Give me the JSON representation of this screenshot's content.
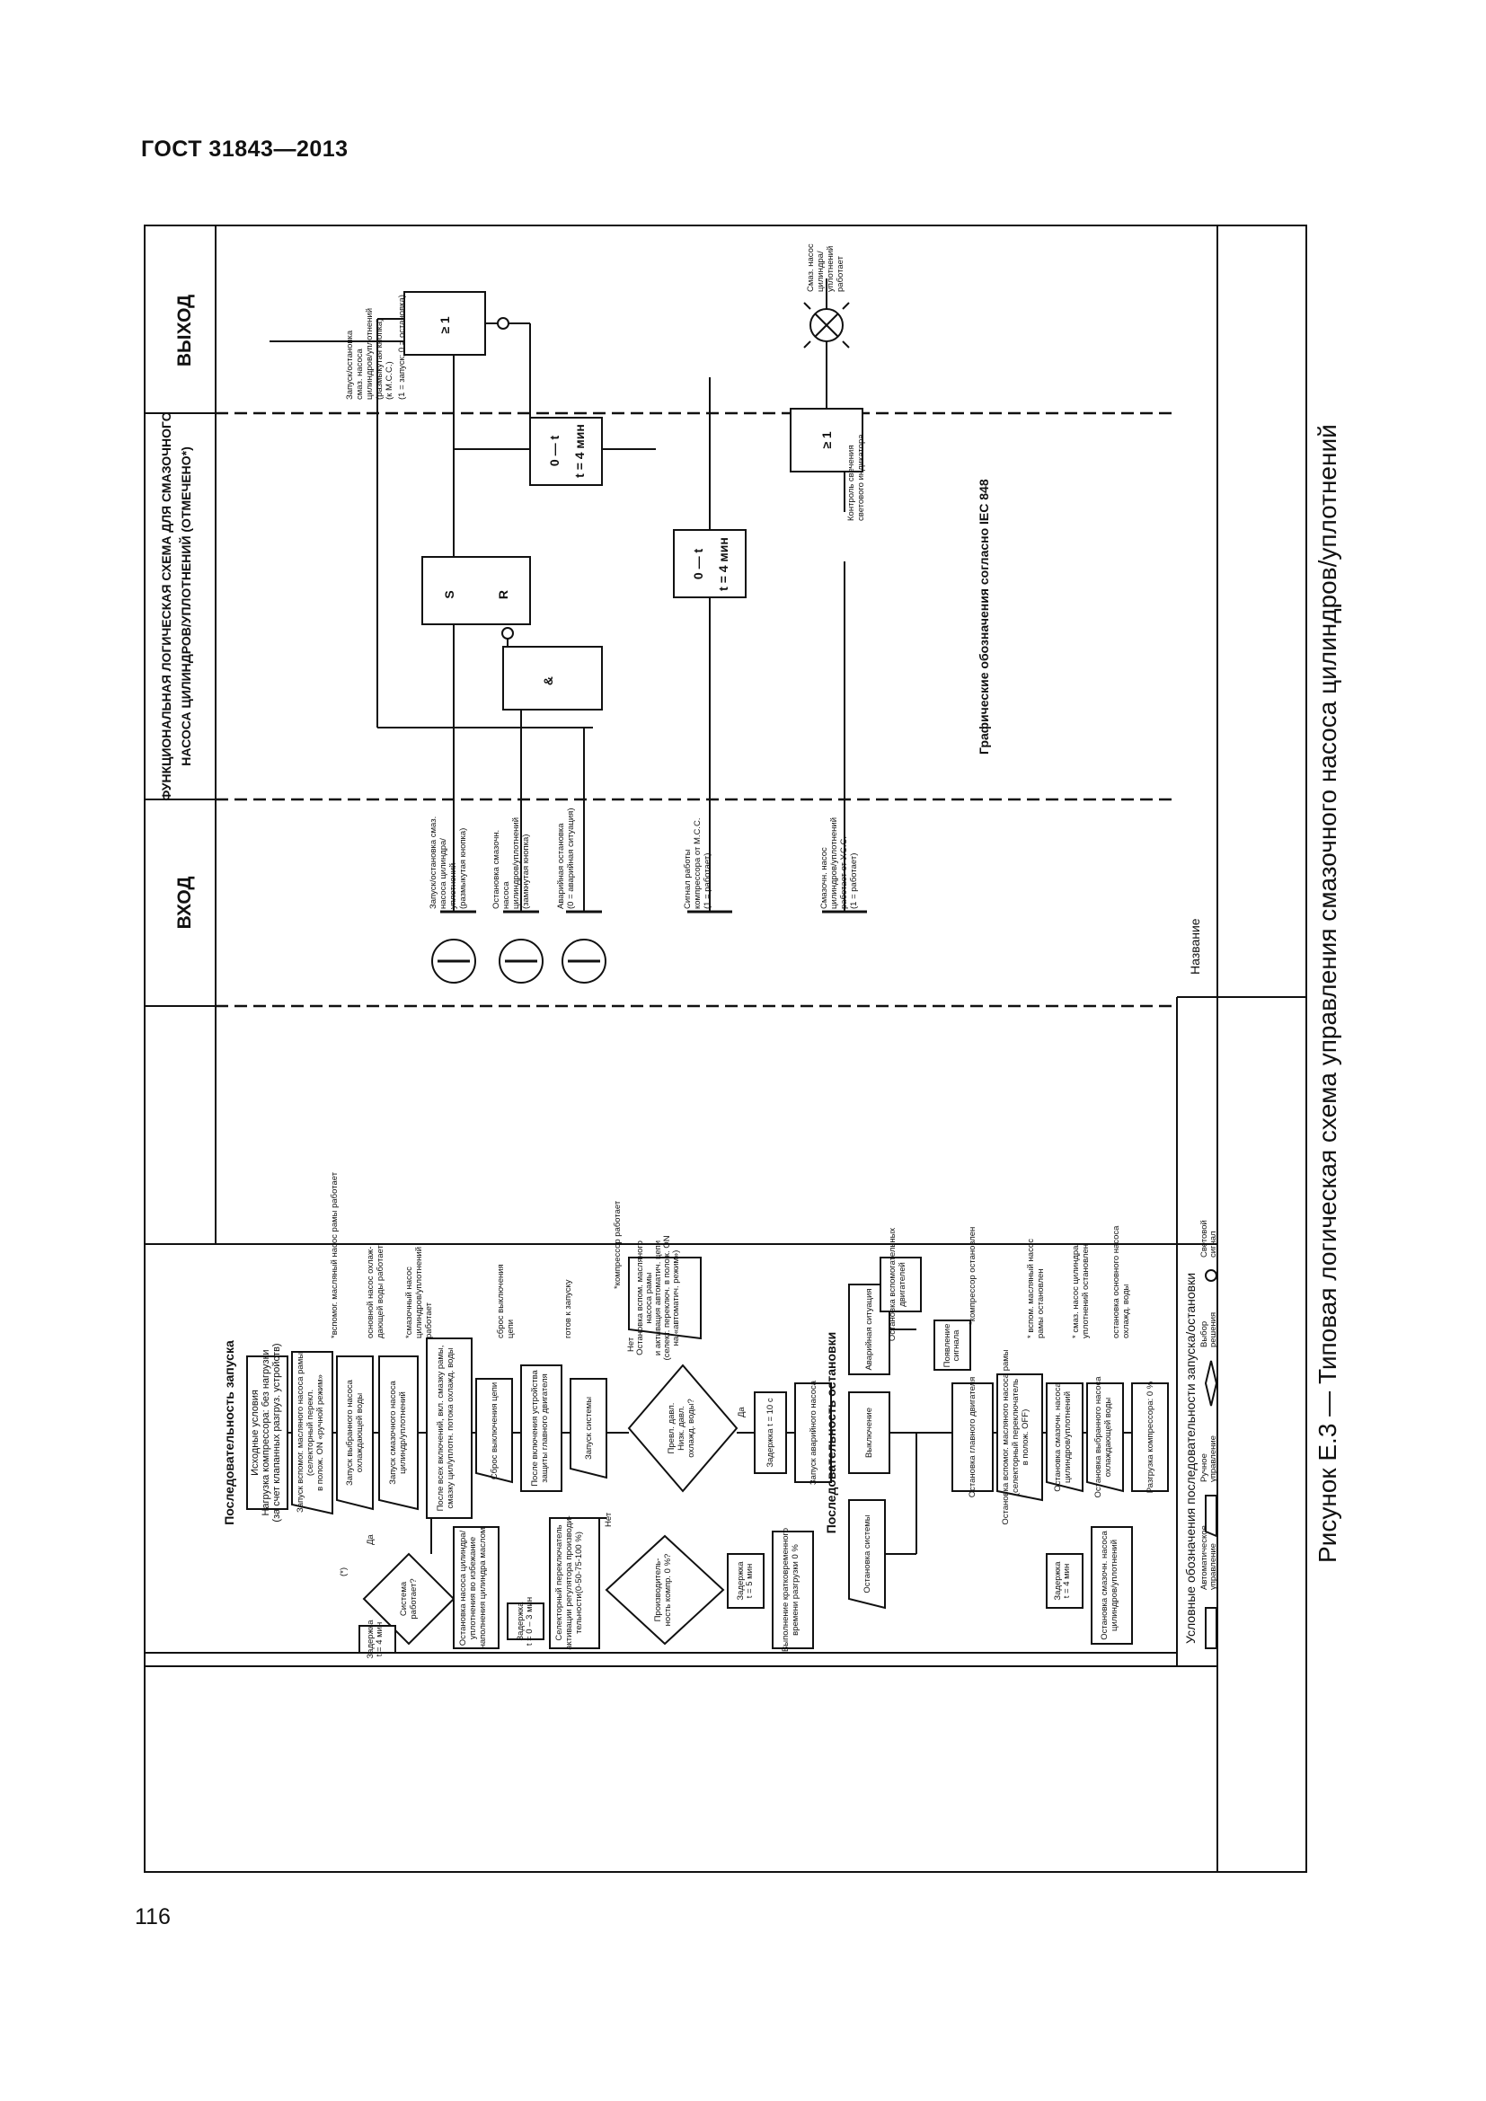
{
  "header": {
    "standard": "ГОСТ 31843—2013"
  },
  "page_number": "116",
  "caption": "Рисунок Е.3 — Типовая логическая схема управления смазочного насоса цилиндров/уплотнений",
  "columns": {
    "sequence": "Последовательность запуска",
    "input": "ВХОД",
    "logic_1": "ФУНКЦИОНАЛЬНАЯ ЛОГИЧЕСКАЯ СХЕМА ДЛЯ СМАЗОЧНОГО",
    "logic_2": "НАСОСА ЦИЛИНДРОВ/УПЛОТНЕНИЙ (ОТМЕЧЕНО*)",
    "output": "ВЫХОД"
  },
  "startup": {
    "initial": [
      "Исходные условия",
      "Нагрузка компрессора: без нагрузки",
      "(за счет клапанных разгруз. устройств)"
    ],
    "s1": [
      "Запуск вспомог. масляного насоса рамы",
      "(селекторный перекл.",
      "в полож. ON «ручной режим»"
    ],
    "s1_note": "*вспомог. масляный насос рамы работает",
    "s2": [
      "Запуск выбранного насоса",
      "охлаждающей воды"
    ],
    "s2_note": [
      "основной насос охлаж-",
      "дающей воды работает"
    ],
    "s3": [
      "Запуск смазочного насоса",
      "цилиндр/уплотнений"
    ],
    "s3_note": [
      "*смазочный насос",
      "цилиндров/уплотнений",
      "работает"
    ],
    "s4": [
      "После всех включений, вкл. смазку рамы,",
      "смазку цил/уплотн. потока охлажд. воды"
    ],
    "d1": [
      "Система",
      "работает?"
    ],
    "yes": "Да",
    "no": "Нет",
    "star": "(*)",
    "delay4": [
      "Задержка",
      "t = 4 мин"
    ],
    "stop_cyl": [
      "Остановка насоса цилиндра/",
      "уплотнения во избежание",
      "наполнения цилиндра маслом"
    ],
    "s5": "Сброс выключения цепи",
    "s5_note": [
      "сброс выключения",
      "цепи"
    ],
    "s6": [
      "После включения устройства",
      "защиты главного двигателя"
    ],
    "s7": "Запуск системы",
    "s7_note": "готов к запуску",
    "compressor_note": "*компрессор работает",
    "d2": [
      "Превл. давл.",
      "Низк. давл.",
      "охлажд. воды?"
    ],
    "delay3": [
      "Задержка",
      "t = 0 – 3 мин"
    ],
    "selector": [
      "Селекторный переключатель",
      "активации регулятора производи-",
      "тельности(0-50-75-100 %)"
    ],
    "d3": [
      "Производитель-",
      "ность компр. 0 %?"
    ],
    "delay5": [
      "Задержка",
      "t = 5 мин"
    ],
    "unload": [
      "Выполнение кратковременного",
      "времени разгрузки 0 %"
    ],
    "delay10": [
      "Задержка t = 10 с"
    ],
    "standby": [
      "Запуск аварийного насоса"
    ],
    "stop_aux": [
      "Остановка вспом. масляного",
      "насоса рамы",
      "и активация автоматич. цепи",
      "(селект. переключ. в полож. ON",
      "на «автоматич. режим»)"
    ]
  },
  "shutdown": {
    "title": "Последовательность остановки",
    "sys_stop": "Остановка системы",
    "off": "Выключение",
    "emergency": "Аварийная ситуация",
    "alarm": [
      "Появление",
      "сигнала"
    ],
    "stop_aux_motors": [
      "Остановка вспомогательных",
      "двигателей"
    ],
    "stop_main": "Остановка главного двигателя",
    "compressor_stopped": "*компрессор остановлен",
    "start_aux": [
      "Остановка вспомог. масляного насоса рамы",
      "(селекторный переключатель",
      "в полож. OFF)"
    ],
    "aux_stopped": [
      "* вспом. масляный насос",
      "рамы остановлен"
    ],
    "stop_lub": [
      "Остановка смазочн. насоса",
      "цилиндров/уплотнений"
    ],
    "lub_stopped": [
      "* смаз. насос цилиндра/",
      "уплотнений остановлен"
    ],
    "stop_water": [
      "Остановка выбранного насоса",
      "охлаждающей воды"
    ],
    "water_stopped": [
      "остановка основного насоса",
      "охлажд. воды"
    ],
    "unload0": "Разгрузка компрессора: 0 %",
    "delay4": [
      "Задержка",
      "t = 4 мин"
    ],
    "stop_lub2": [
      "Остановка смазочн. насоса",
      "цилиндров/уплотнений"
    ]
  },
  "inputs": [
    [
      "Запуск/остановка смаз.",
      "насоса цилиндра/",
      "уплотнений",
      "(размыкутая кнопка)"
    ],
    [
      "Остановка смазочн.",
      "насоса",
      "цилиндров/уплотнений",
      "(замкнутая кнопка)"
    ],
    [
      "Аварийная остановка",
      "(0 = аварийная ситуация)"
    ],
    [
      "Сигнал работы",
      "компрессора от М.С.С.",
      "(1 = работает)"
    ],
    [
      "Смазочн. насос",
      "цилиндров/уплотнений",
      "работает от У.С.С.",
      "(1 = работает)"
    ]
  ],
  "logic": {
    "and": "&",
    "s": "S",
    "r": "R",
    "or": "≥ 1",
    "timer_a": [
      "0 — t",
      "t = 4 мин"
    ],
    "timer_b": [
      "0 — t",
      "t = 4 мин"
    ],
    "indicator": [
      "Контроль свечения",
      "светового индикатора"
    ],
    "graphic": "Графические обозначения согласно IEC 848"
  },
  "outputs": {
    "pump": [
      "Запуск/остановка",
      "смаз. насоса",
      "цилиндров/уплотнений",
      "(размыкутая кнопка)",
      "(к М.С.С.)"
    ],
    "pump_code": "(1 = запуск; 0 = остановка)",
    "lamp": [
      "Смаз. насос",
      "цилиндра/",
      "уплотнений",
      "работает"
    ]
  },
  "legend": {
    "title": "Условные обозначения последовательности запуска/остановки",
    "auto": [
      "Автоматическое",
      "управление"
    ],
    "manual": [
      "Ручное",
      "управление"
    ],
    "decision": [
      "Выбор",
      "решения"
    ],
    "lamp": [
      "Световой",
      "сигнал"
    ]
  },
  "name_label": "Название"
}
